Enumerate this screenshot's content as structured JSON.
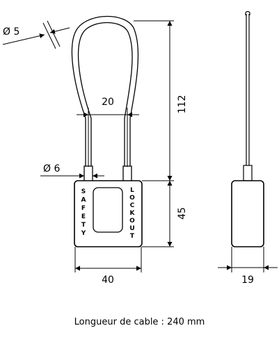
{
  "dimensions": {
    "cable_diameter": "Ø 5",
    "shackle_diameter": "Ø 6",
    "shackle_spacing": "20",
    "cable_height": "112",
    "body_height": "45",
    "body_width": "40",
    "body_depth": "19"
  },
  "body_text": {
    "left": [
      "S",
      "A",
      "F",
      "E",
      "T",
      "Y"
    ],
    "right": [
      "L",
      "O",
      "C",
      "K",
      "O",
      "U",
      "T"
    ]
  },
  "caption": "Longueur de cable :  240 mm"
}
